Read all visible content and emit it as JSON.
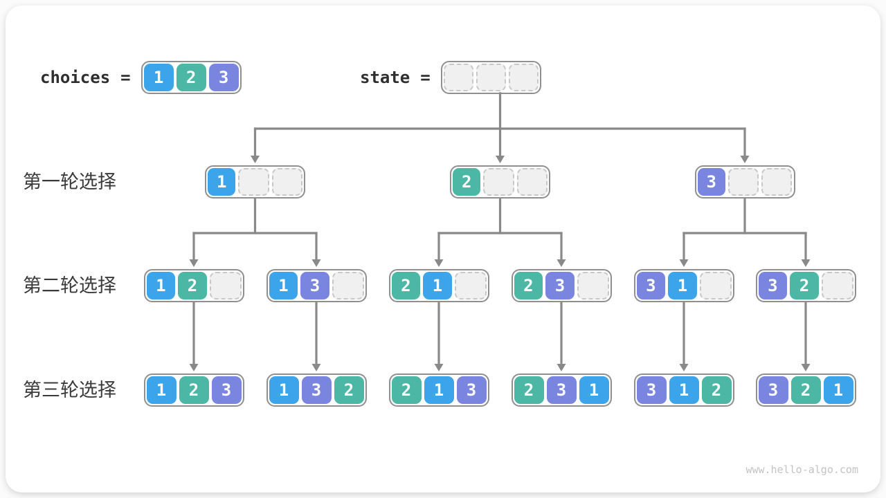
{
  "header": {
    "choices_label": "choices",
    "choices_eq": "=",
    "choices": [
      "1",
      "2",
      "3"
    ],
    "state_label": "state",
    "state_eq": "=",
    "state": [
      null,
      null,
      null
    ]
  },
  "rows": [
    {
      "label": "第一轮选择",
      "nodes": [
        [
          "1",
          null,
          null
        ],
        [
          "2",
          null,
          null
        ],
        [
          "3",
          null,
          null
        ]
      ]
    },
    {
      "label": "第二轮选择",
      "nodes": [
        [
          "1",
          "2",
          null
        ],
        [
          "1",
          "3",
          null
        ],
        [
          "2",
          "1",
          null
        ],
        [
          "2",
          "3",
          null
        ],
        [
          "3",
          "1",
          null
        ],
        [
          "3",
          "2",
          null
        ]
      ]
    },
    {
      "label": "第三轮选择",
      "nodes": [
        [
          "1",
          "2",
          "3"
        ],
        [
          "1",
          "3",
          "2"
        ],
        [
          "2",
          "1",
          "3"
        ],
        [
          "2",
          "3",
          "1"
        ],
        [
          "3",
          "1",
          "2"
        ],
        [
          "3",
          "2",
          "1"
        ]
      ]
    }
  ],
  "edges": {
    "root_to_row1": [
      0,
      1,
      2
    ],
    "row1_to_row2": [
      [
        0,
        [
          0,
          1
        ]
      ],
      [
        1,
        [
          2,
          3
        ]
      ],
      [
        2,
        [
          4,
          5
        ]
      ]
    ],
    "row2_to_row3": [
      [
        0,
        0
      ],
      [
        1,
        1
      ],
      [
        2,
        2
      ],
      [
        3,
        3
      ],
      [
        4,
        4
      ],
      [
        5,
        5
      ]
    ]
  },
  "colors": {
    "value_1": "#3ca4eb",
    "value_2": "#4db7a5",
    "value_3": "#7a85e0",
    "arrow": "#898989",
    "container_border": "#8f8f8f",
    "empty_fill": "#f0f0f0",
    "empty_border": "#c8c8c8"
  },
  "watermark": "www.hello-algo.com"
}
